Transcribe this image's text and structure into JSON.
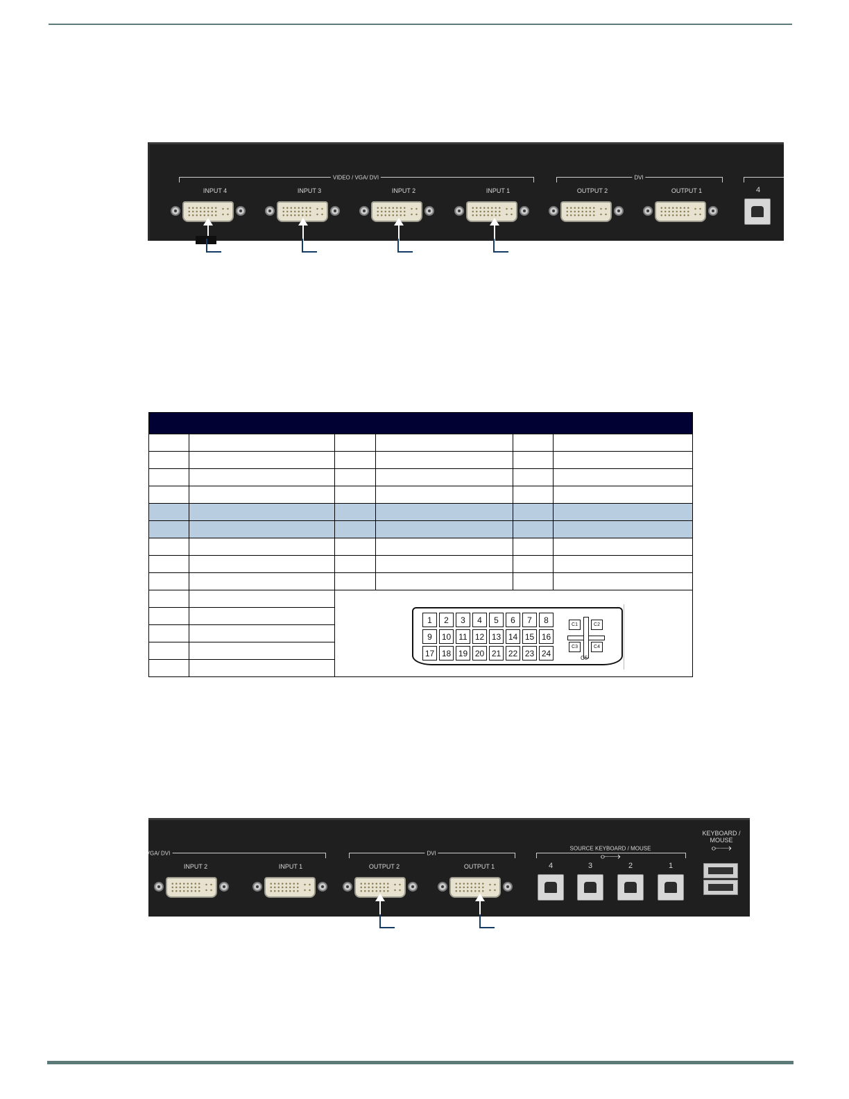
{
  "panel_top": {
    "group_inputs": "VIDEO / VGA/ DVI",
    "group_outputs": "DVI",
    "inputs": [
      "INPUT 4",
      "INPUT 3",
      "INPUT 2",
      "INPUT 1"
    ],
    "outputs": [
      "OUTPUT 2",
      "OUTPUT 1"
    ],
    "usb_port_label": "4"
  },
  "panel_bottom": {
    "group_inputs": "VGA/ DVI",
    "group_outputs": "DVI",
    "group_usb": "SOURCE KEYBOARD / MOUSE",
    "keyboard_label_1": "KEYBOARD /",
    "keyboard_label_2": "MOUSE",
    "inputs": [
      "INPUT 2",
      "INPUT 1"
    ],
    "outputs": [
      "OUTPUT 2",
      "OUTPUT 1"
    ],
    "usb_ports": [
      "4",
      "3",
      "2",
      "1"
    ]
  },
  "pin_diagram": {
    "pins": [
      "1",
      "2",
      "3",
      "4",
      "5",
      "6",
      "7",
      "8",
      "9",
      "10",
      "11",
      "12",
      "13",
      "14",
      "15",
      "16",
      "17",
      "18",
      "19",
      "20",
      "21",
      "22",
      "23",
      "24"
    ],
    "c1": "C1",
    "c2": "C2",
    "c3": "C3",
    "c4": "C4",
    "c5": "C5"
  },
  "colors": {
    "table_header": "#010133",
    "highlight_row": "#b9cde0",
    "leader_line": "#143b66",
    "page_rule": "#5b7a78"
  }
}
